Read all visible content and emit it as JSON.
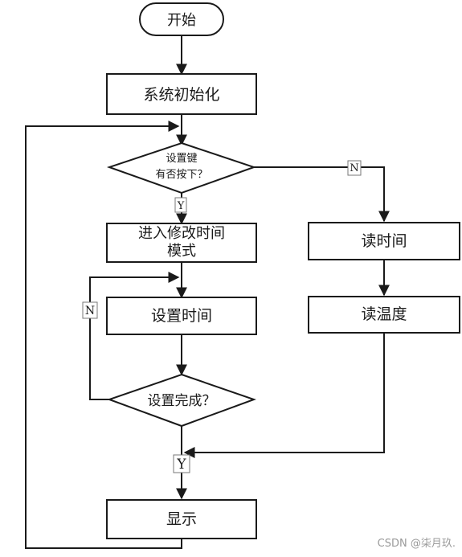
{
  "nodes": {
    "start": "开始",
    "init": "系统初始化",
    "decision_key_line1": "设置键",
    "decision_key_line2": "有否按下？",
    "enter_mode_line1": "进入修改时间",
    "enter_mode_line2": "模式",
    "set_time": "设置时间",
    "decision_done": "设置完成？",
    "read_time": "读时间",
    "read_temp": "读温度",
    "display": "显示"
  },
  "edge_labels": {
    "key_yes": "Y",
    "key_no": "N",
    "done_no": "N",
    "done_yes": "Y"
  },
  "watermark": "CSDN @柒月玖."
}
